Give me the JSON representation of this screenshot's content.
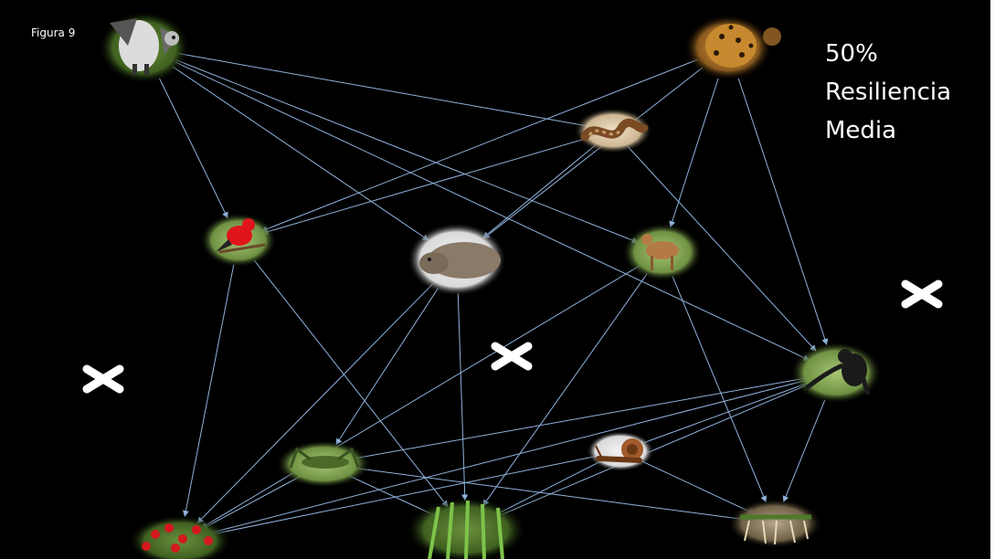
{
  "figure_label": "Figura 9",
  "resilience": {
    "percent": "50%",
    "line2": "Resiliencia",
    "line3": "Media"
  },
  "colors": {
    "background": "#000000",
    "arrow": "#8fb3dc",
    "text": "#ffffff",
    "cross": "#ffffff"
  },
  "nodes": [
    {
      "id": "harpy-eagle",
      "icon": "harpy-eagle-icon"
    },
    {
      "id": "jaguar",
      "icon": "jaguar-icon"
    },
    {
      "id": "snake",
      "icon": "snake-icon"
    },
    {
      "id": "red-bird",
      "icon": "red-bird-icon"
    },
    {
      "id": "capybara",
      "icon": "capybara-icon"
    },
    {
      "id": "deer",
      "icon": "deer-icon"
    },
    {
      "id": "monkey",
      "icon": "monkey-icon"
    },
    {
      "id": "grasshopper",
      "icon": "grasshopper-icon"
    },
    {
      "id": "snail",
      "icon": "snail-icon"
    },
    {
      "id": "red-flowers",
      "icon": "red-flowers-icon"
    },
    {
      "id": "grass",
      "icon": "grass-icon"
    },
    {
      "id": "roots",
      "icon": "roots-icon"
    }
  ],
  "edges": [
    [
      "harpy-eagle",
      "red-bird"
    ],
    [
      "harpy-eagle",
      "capybara"
    ],
    [
      "harpy-eagle",
      "snake"
    ],
    [
      "harpy-eagle",
      "deer"
    ],
    [
      "harpy-eagle",
      "monkey"
    ],
    [
      "jaguar",
      "red-bird"
    ],
    [
      "jaguar",
      "capybara"
    ],
    [
      "jaguar",
      "deer"
    ],
    [
      "jaguar",
      "monkey"
    ],
    [
      "snake",
      "red-bird"
    ],
    [
      "snake",
      "capybara"
    ],
    [
      "snake",
      "monkey"
    ],
    [
      "red-bird",
      "red-flowers"
    ],
    [
      "red-bird",
      "grass"
    ],
    [
      "capybara",
      "grasshopper"
    ],
    [
      "capybara",
      "grass"
    ],
    [
      "capybara",
      "red-flowers"
    ],
    [
      "deer",
      "grass"
    ],
    [
      "deer",
      "roots"
    ],
    [
      "deer",
      "red-flowers"
    ],
    [
      "monkey",
      "grasshopper"
    ],
    [
      "monkey",
      "snail"
    ],
    [
      "monkey",
      "red-flowers"
    ],
    [
      "monkey",
      "grass"
    ],
    [
      "monkey",
      "roots"
    ],
    [
      "grasshopper",
      "red-flowers"
    ],
    [
      "grasshopper",
      "grass"
    ],
    [
      "grasshopper",
      "roots"
    ],
    [
      "snail",
      "grass"
    ],
    [
      "snail",
      "roots"
    ],
    [
      "snail",
      "red-flowers"
    ]
  ],
  "crosses": [
    "cross-left",
    "cross-center",
    "cross-right"
  ]
}
